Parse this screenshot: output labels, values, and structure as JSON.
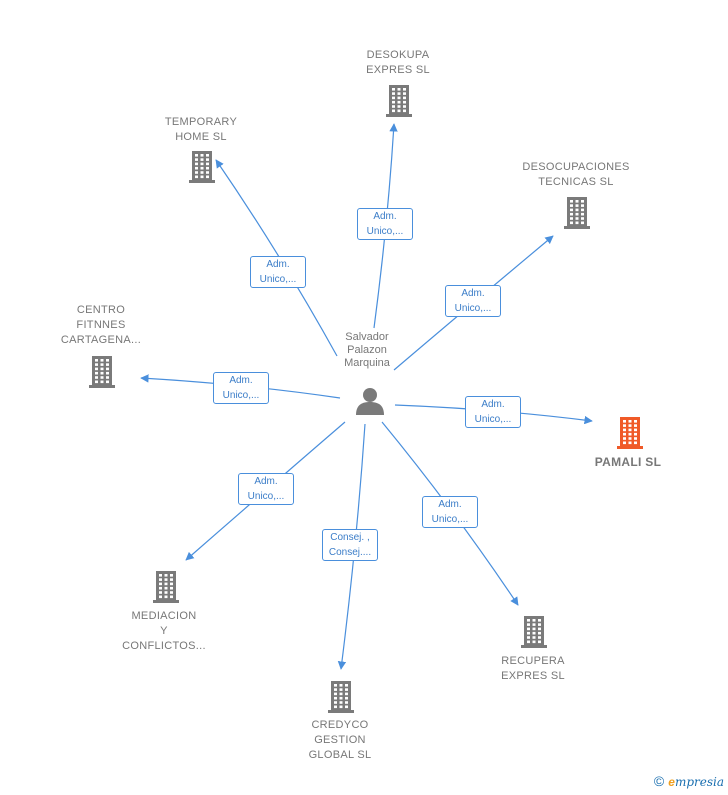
{
  "colors": {
    "edge": "#4a8fdc",
    "building": "#7a7a7a",
    "highlight": "#f05a28"
  },
  "person": {
    "name": "Salvador\nPalazon\nMarquina",
    "icon": "person-icon"
  },
  "companies": [
    {
      "id": "desokupa",
      "name": "DESOKUPA\nEXPRES  SL",
      "role": "Adm.\nUnico,...",
      "highlight": false
    },
    {
      "id": "temporary",
      "name": "TEMPORARY\nHOME  SL",
      "role": "Adm.\nUnico,...",
      "highlight": false
    },
    {
      "id": "desocupaciones",
      "name": "DESOCUPACIONES\nTECNICAS  SL",
      "role": "Adm.\nUnico,...",
      "highlight": false
    },
    {
      "id": "centro",
      "name": "CENTRO\nFITNNES\nCARTAGENA...",
      "role": "Adm.\nUnico,...",
      "highlight": false
    },
    {
      "id": "pamali",
      "name": "PAMALI  SL",
      "role": "Adm.\nUnico,...",
      "highlight": true
    },
    {
      "id": "mediacion",
      "name": "MEDIACION\nY\nCONFLICTOS...",
      "role": "Adm.\nUnico,...",
      "highlight": false
    },
    {
      "id": "credyco",
      "name": "CREDYCO\nGESTION\nGLOBAL SL",
      "role": "Consej. ,\nConsej....",
      "highlight": false
    },
    {
      "id": "recupera",
      "name": "RECUPERA\nEXPRES  SL",
      "role": "Adm.\nUnico,...",
      "highlight": false
    }
  ],
  "footer": {
    "copyright": "©",
    "brand_initial": "e",
    "brand_rest": "mpresia"
  }
}
